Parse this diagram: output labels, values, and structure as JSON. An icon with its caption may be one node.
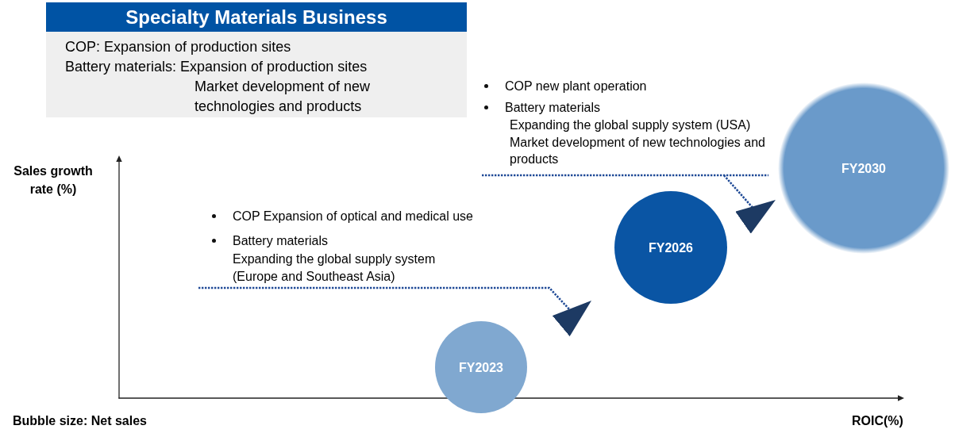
{
  "diagram": {
    "nodes": [
      {
        "text": [
          "Specialty Materials Business",
          "COP: Expansion of production sites",
          "Battery materials: Expansion of production sites",
          "Market development of new technologies and products"
        ]
      },
      {
        "text": [
          "COP new plant operation",
          "Battery materials",
          "Expanding the global supply system (USA)",
          "Market development of new technologies and products"
        ]
      },
      {
        "text": [
          "FY2030"
        ]
      },
      {
        "text": [
          "COP Expansion of optical and medical use",
          "Battery materials",
          "Expanding the global supply system (Europe and Southeast Asia)"
        ]
      },
      {
        "text": [
          "FY2026"
        ]
      },
      {
        "text": [
          "FY2023"
        ]
      }
    ],
    "edges": [
      {
        "from": 1,
        "to": 2,
        "arrow": "to",
        "style": "dashed"
      },
      {
        "from": 3,
        "to": 4,
        "arrow": "to",
        "style": "dashed"
      }
    ],
    "labels": [
      "Sales growth rate (%)",
      "Bubble size: Net sales",
      "ROIC(%)"
    ]
  }
}
